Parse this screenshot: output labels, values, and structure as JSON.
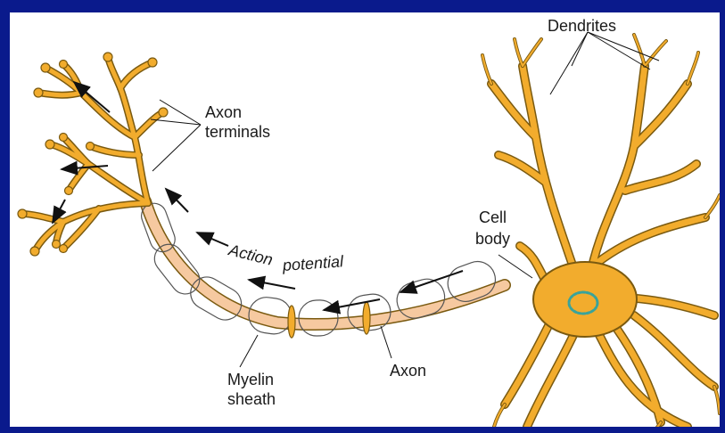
{
  "diagram": {
    "labels": {
      "dendrites": "Dendrites",
      "axon_terminals_line1": "Axon",
      "axon_terminals_line2": "terminals",
      "cell_body_line1": "Cell",
      "cell_body_line2": "body",
      "action_potential_part1": "Action",
      "action_potential_part2": "potential",
      "myelin_sheath_line1": "Myelin",
      "myelin_sheath_line2": "sheath",
      "axon": "Axon"
    },
    "colors": {
      "background_frame": "#0a1a8c",
      "neuron_fill": "#f2ac2d",
      "neuron_outline": "#7a5a10",
      "axon_core": "#f6c9a0",
      "myelin_outline": "#555555",
      "nucleus": "#3aa39a",
      "arrow": "#111111"
    }
  }
}
